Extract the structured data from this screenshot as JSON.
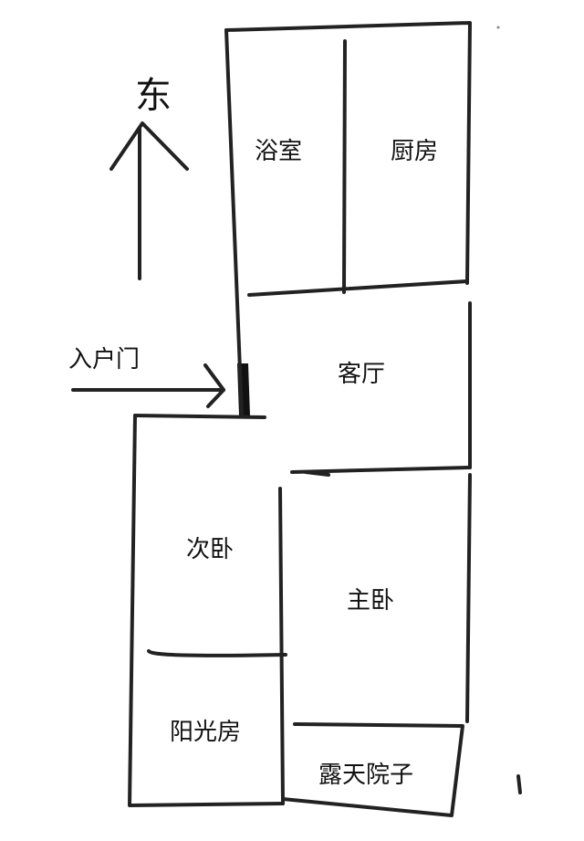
{
  "compass": {
    "direction": "东"
  },
  "entrance": {
    "label": "入户门"
  },
  "rooms": {
    "bathroom": "浴室",
    "kitchen": "厨房",
    "living_room": "客厅",
    "second_bedroom": "次卧",
    "master_bedroom": "主卧",
    "sunroom": "阳光房",
    "courtyard": "露天院子"
  },
  "colors": {
    "ink": "#222222",
    "background": "#ffffff"
  }
}
